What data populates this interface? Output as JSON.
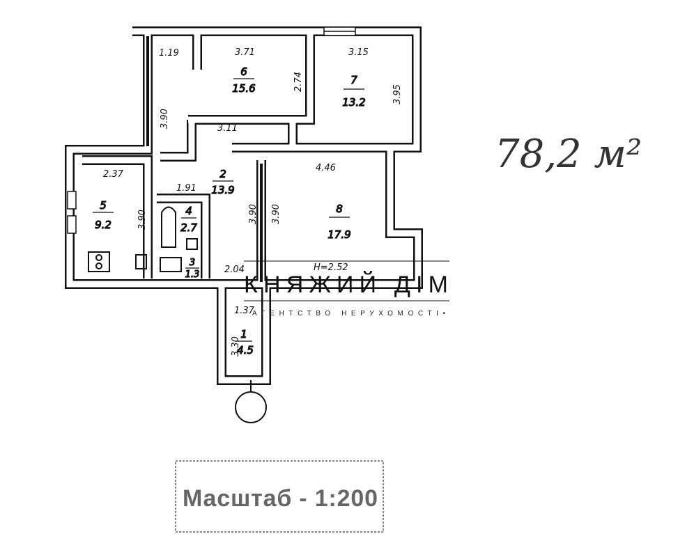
{
  "plan": {
    "rooms": [
      {
        "number": "1",
        "area": "4.5"
      },
      {
        "number": "2",
        "area": "13.9"
      },
      {
        "number": "3",
        "area": "1.3"
      },
      {
        "number": "4",
        "area": "2.7"
      },
      {
        "number": "5",
        "area": "9.2"
      },
      {
        "number": "6",
        "area": "15.6"
      },
      {
        "number": "7",
        "area": "13.2"
      },
      {
        "number": "8",
        "area": "17.9"
      }
    ],
    "dimensions": [
      "1.19",
      "3.71",
      "3.15",
      "2.74",
      "3.95",
      "3.90",
      "3.11",
      "4.46",
      "2.37",
      "1.91",
      "3.90",
      "3.90",
      "3.90",
      "2.04",
      "1.37",
      "3.30"
    ],
    "ceiling_height": "H=2.52",
    "total_area": "78,2 м²"
  },
  "watermark": {
    "brand": "КНЯЖИЙ ДІМ",
    "subtitle": "АГЕНТСТВО НЕРУХОМОСТІ•"
  },
  "stamp": {
    "scale": "Масштаб - 1:200"
  }
}
